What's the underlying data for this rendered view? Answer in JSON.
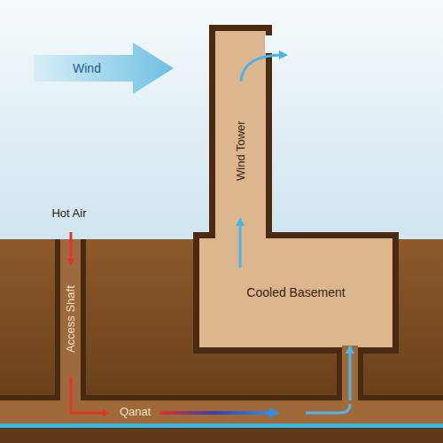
{
  "diagram": {
    "nodes": [
      {
        "text": [
          "Wind Tower"
        ]
      },
      {
        "text": [
          "Cooled Basement"
        ]
      },
      {
        "text": [
          "Access Shaft"
        ]
      },
      {
        "text": [
          "Qanat"
        ]
      }
    ],
    "edges": [
      {
        "from": 3,
        "to": 1,
        "arrow": "to"
      }
    ],
    "labels": [
      "Wind",
      "Hot Air"
    ]
  }
}
